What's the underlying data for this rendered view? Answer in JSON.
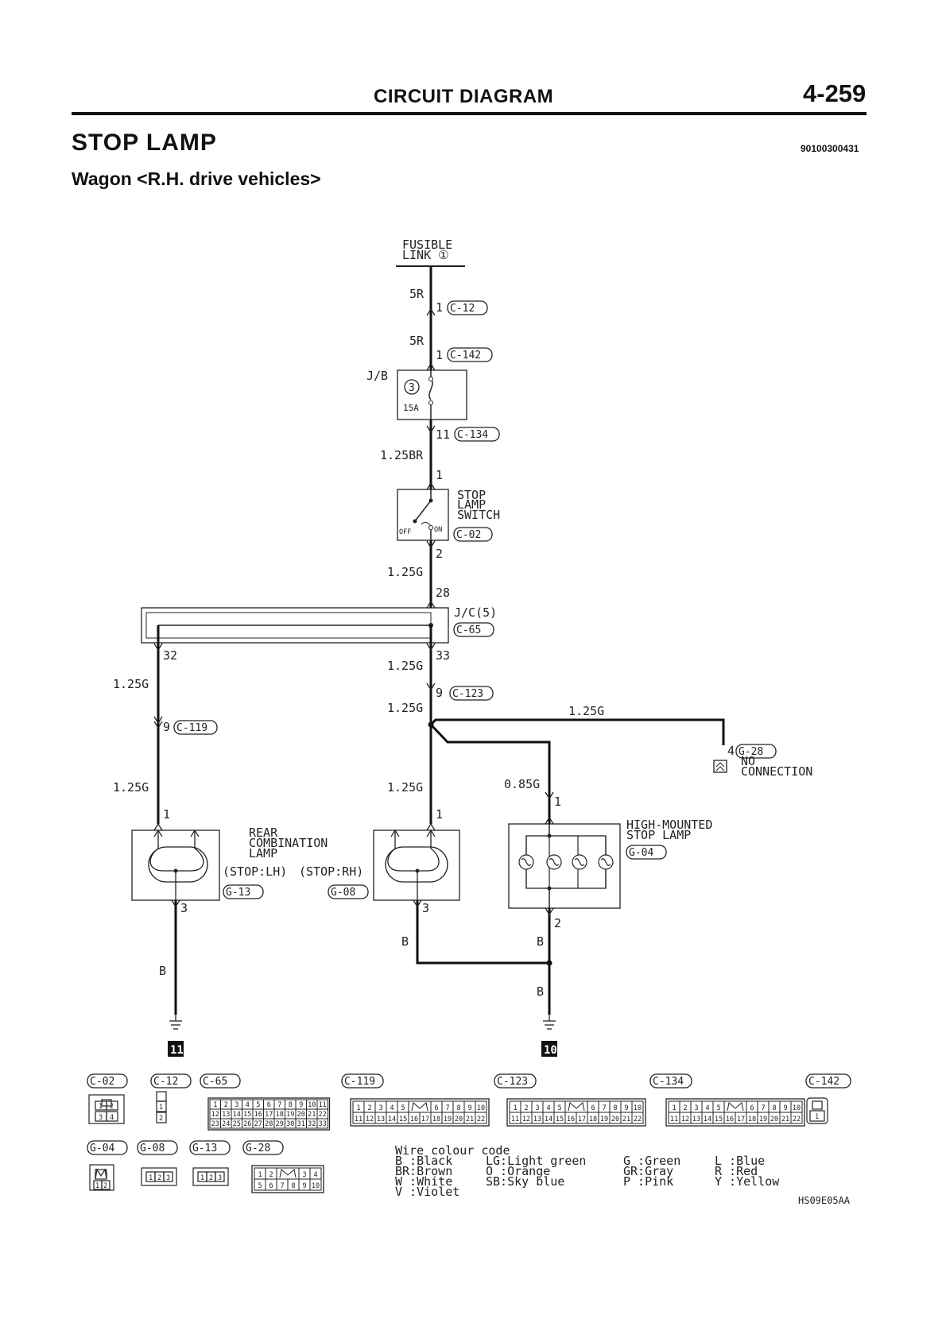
{
  "header": {
    "section": "CIRCUIT DIAGRAM",
    "page_number": "4-259",
    "title": "STOP LAMP",
    "doc_code": "90100300431",
    "subtitle": "Wagon <R.H. drive vehicles>"
  },
  "components": {
    "fusible_link": [
      "FUSIBLE",
      "LINK ①"
    ],
    "jb": "J/B",
    "fuse_no": "3",
    "fuse_rating": "15A",
    "switch": [
      "STOP",
      "LAMP",
      "SWITCH"
    ],
    "switch_off": "OFF",
    "switch_on": "ON",
    "jc": "J/C(5)",
    "rear_lamp": [
      "REAR",
      "COMBINATION",
      "LAMP"
    ],
    "rear_lh": "(STOP:LH)",
    "rear_rh": "(STOP:RH)",
    "high_lamp": [
      "HIGH-MOUNTED",
      "STOP LAMP"
    ],
    "no_conn": [
      "NO",
      "CONNECTION"
    ]
  },
  "wires": {
    "w5r": "5R",
    "w125br": "1.25BR",
    "w125g": "1.25G",
    "w085g": "0.85G",
    "wb": "B"
  },
  "pins": {
    "p1": "1",
    "p11": "11",
    "p2": "2",
    "p28": "28",
    "p32": "32",
    "p33": "33",
    "p9": "9",
    "p3": "3",
    "p4": "4"
  },
  "connectors": {
    "c12": "C-12",
    "c142": "C-142",
    "c134": "C-134",
    "c02": "C-02",
    "c65": "C-65",
    "c123": "C-123",
    "c119": "C-119",
    "g28": "G-28",
    "g04": "G-04",
    "g13": "G-13",
    "g08": "G-08"
  },
  "grounds": {
    "g11": "11",
    "g10": "10"
  },
  "pin_numbers": {
    "c65_row1": [
      "1",
      "2",
      "3",
      "4",
      "5",
      "6",
      "7",
      "8",
      "9",
      "10",
      "11"
    ],
    "c65_row2": [
      "12",
      "13",
      "14",
      "15",
      "16",
      "17",
      "18",
      "19",
      "20",
      "21",
      "22"
    ],
    "c65_row3": [
      "23",
      "24",
      "25",
      "26",
      "27",
      "28",
      "29",
      "30",
      "31",
      "32",
      "33"
    ],
    "c119_row1": [
      "1",
      "2",
      "3",
      "4",
      "5",
      "6",
      "7",
      "8",
      "9",
      "10"
    ],
    "c119_row2": [
      "11",
      "12",
      "13",
      "14",
      "15",
      "16",
      "17",
      "18",
      "19",
      "20",
      "21",
      "22"
    ],
    "c134_row1": [
      "1",
      "2",
      "3",
      "4",
      "5",
      "6",
      "7",
      "8",
      "9",
      "10"
    ],
    "c134_row2": [
      "11",
      "12",
      "13",
      "14",
      "15",
      "16",
      "17",
      "18",
      "19",
      "20",
      "21",
      "22"
    ],
    "c02_top": [
      "1",
      "2"
    ],
    "c02_bot": [
      "3",
      "4"
    ],
    "c12": [
      "1",
      "2"
    ],
    "c142": [
      "1"
    ],
    "g04": [
      "1",
      "2"
    ],
    "g08": [
      "1",
      "2",
      "3"
    ],
    "g13": [
      "1",
      "2",
      "3"
    ],
    "g28_row1": [
      "1",
      "2",
      "3",
      "4"
    ],
    "g28_row2": [
      "5",
      "6",
      "7",
      "8",
      "9",
      "10"
    ]
  },
  "legend": {
    "title": "Wire colour code",
    "col1": [
      "B :Black",
      "BR:Brown",
      "W :White",
      "V :Violet"
    ],
    "col2": [
      "LG:Light green",
      "O :Orange",
      "SB:Sky blue"
    ],
    "col3": [
      "G :Green",
      "GR:Gray",
      "P :Pink"
    ],
    "col4": [
      "L :Blue",
      "R :Red",
      "Y :Yellow"
    ]
  },
  "footer": {
    "code": "HS09E05AA"
  }
}
